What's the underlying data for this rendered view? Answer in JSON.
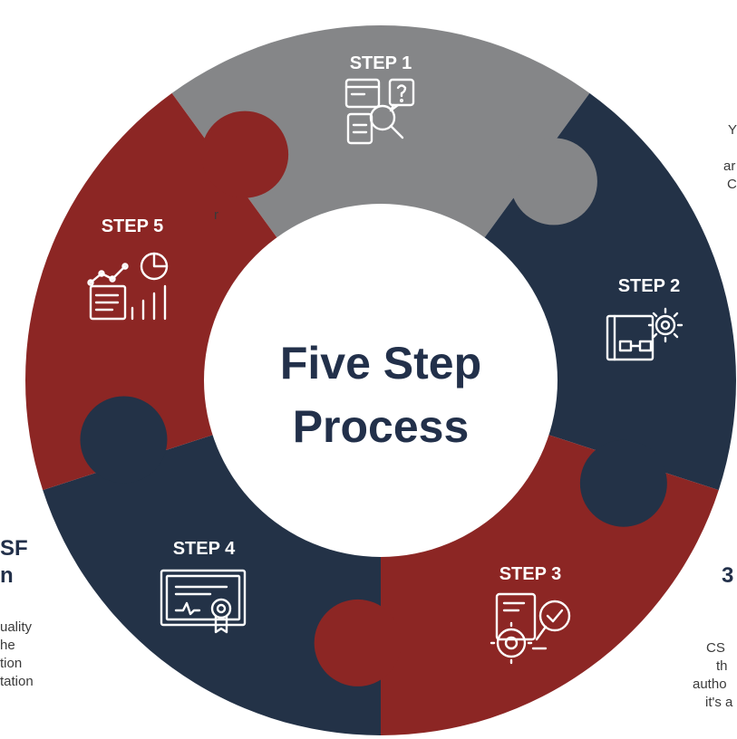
{
  "colors": {
    "step1": "#858688",
    "step2": "#233247",
    "step3": "#8c2624",
    "step4": "#233247",
    "step5": "#8c2624",
    "center": "#ffffff",
    "title": "#22304a"
  },
  "center": {
    "line1": "Five Step",
    "line2": "Process"
  },
  "steps": [
    {
      "label": "STEP 1",
      "icon": "research-document-search-icon"
    },
    {
      "label": "STEP 2",
      "icon": "blueprint-gear-workflow-icon"
    },
    {
      "label": "STEP 3",
      "icon": "analysis-gear-checkmark-icon"
    },
    {
      "label": "STEP 4",
      "icon": "certificate-icon"
    },
    {
      "label": "STEP 5",
      "icon": "report-chart-analytics-icon"
    }
  ],
  "side": {
    "left_title_1": "SF",
    "left_title_2": "n",
    "left_lines": [
      "uality",
      "he",
      "tion",
      "tation"
    ],
    "left_top_mark": "r",
    "right_lines_top": [
      "Y",
      "",
      "ar",
      "C"
    ],
    "right_num": "3",
    "right_lines_bottom": [
      "CS",
      "th",
      "autho",
      "it's a"
    ]
  }
}
